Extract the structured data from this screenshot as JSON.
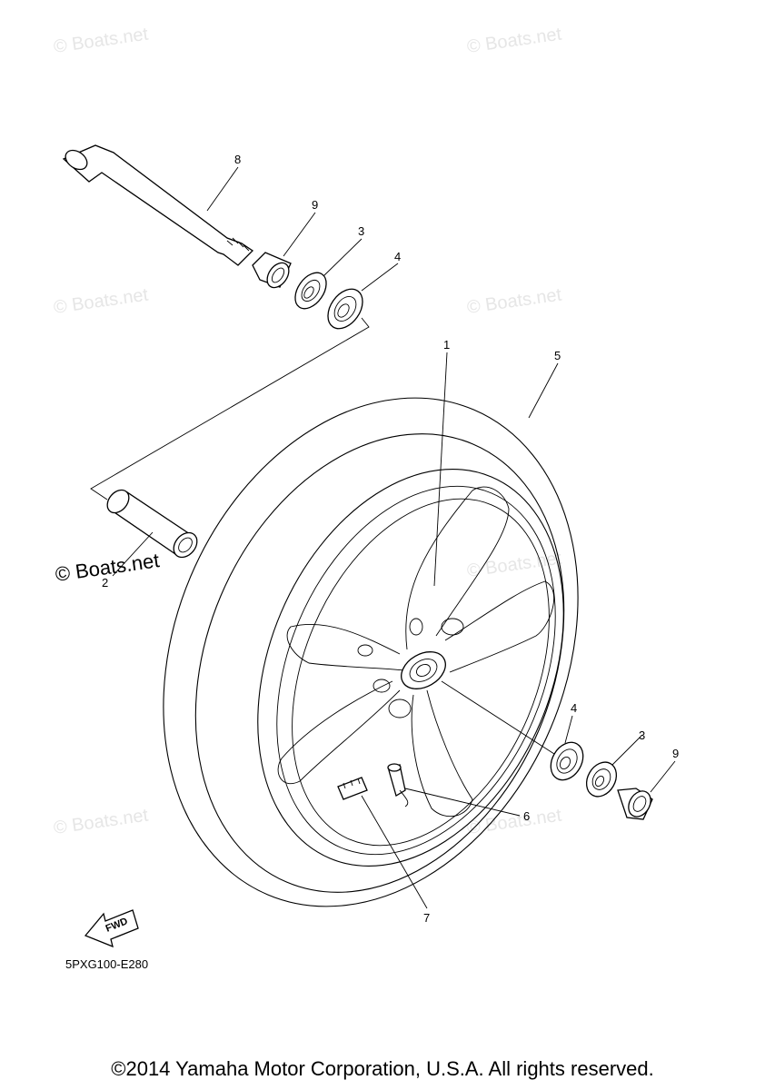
{
  "watermark": "© Boats.net",
  "diagram_code": "5PXG100-E280",
  "fwd_label": "FWD",
  "copyright": "©2014 Yamaha Motor Corporation, U.S.A. All rights reserved.",
  "callouts": [
    "1",
    "2",
    "3",
    "4",
    "5",
    "6",
    "7",
    "8",
    "9"
  ]
}
